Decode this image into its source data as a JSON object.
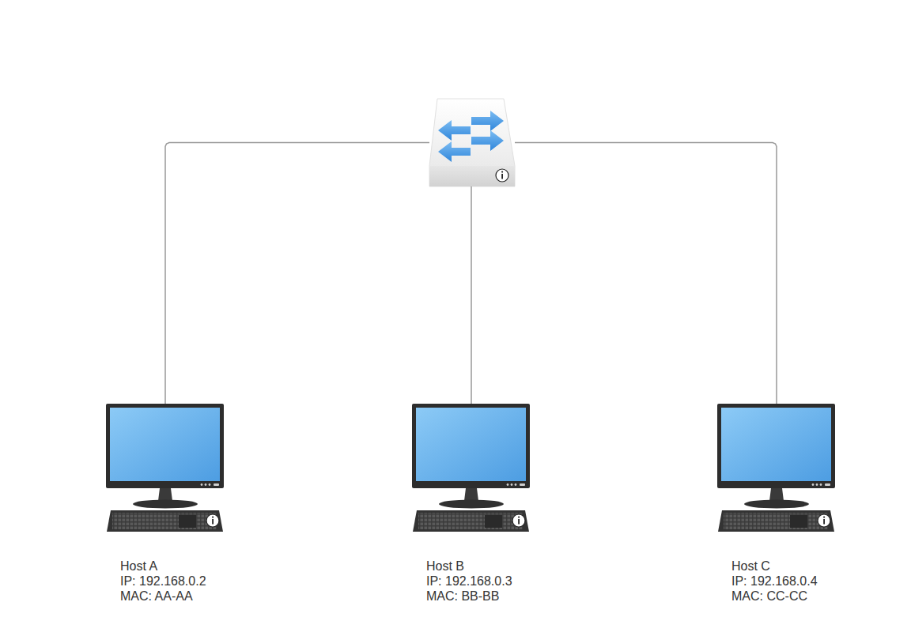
{
  "diagram": {
    "nodes": [
      {
        "text": []
      },
      {
        "text": [
          "Host A",
          "IP: 192.168.0.2",
          "MAC: AA-AA"
        ]
      },
      {
        "text": [
          "Host B",
          "IP: 192.168.0.3",
          "MAC: BB-BB"
        ]
      },
      {
        "text": [
          "Host C",
          "IP: 192.168.0.4",
          "MAC: CC-CC"
        ]
      }
    ],
    "edges": [
      {
        "from": 0,
        "to": 1,
        "arrow": "none"
      },
      {
        "from": 0,
        "to": 2,
        "arrow": "none"
      },
      {
        "from": 0,
        "to": 3,
        "arrow": "none"
      }
    ]
  }
}
